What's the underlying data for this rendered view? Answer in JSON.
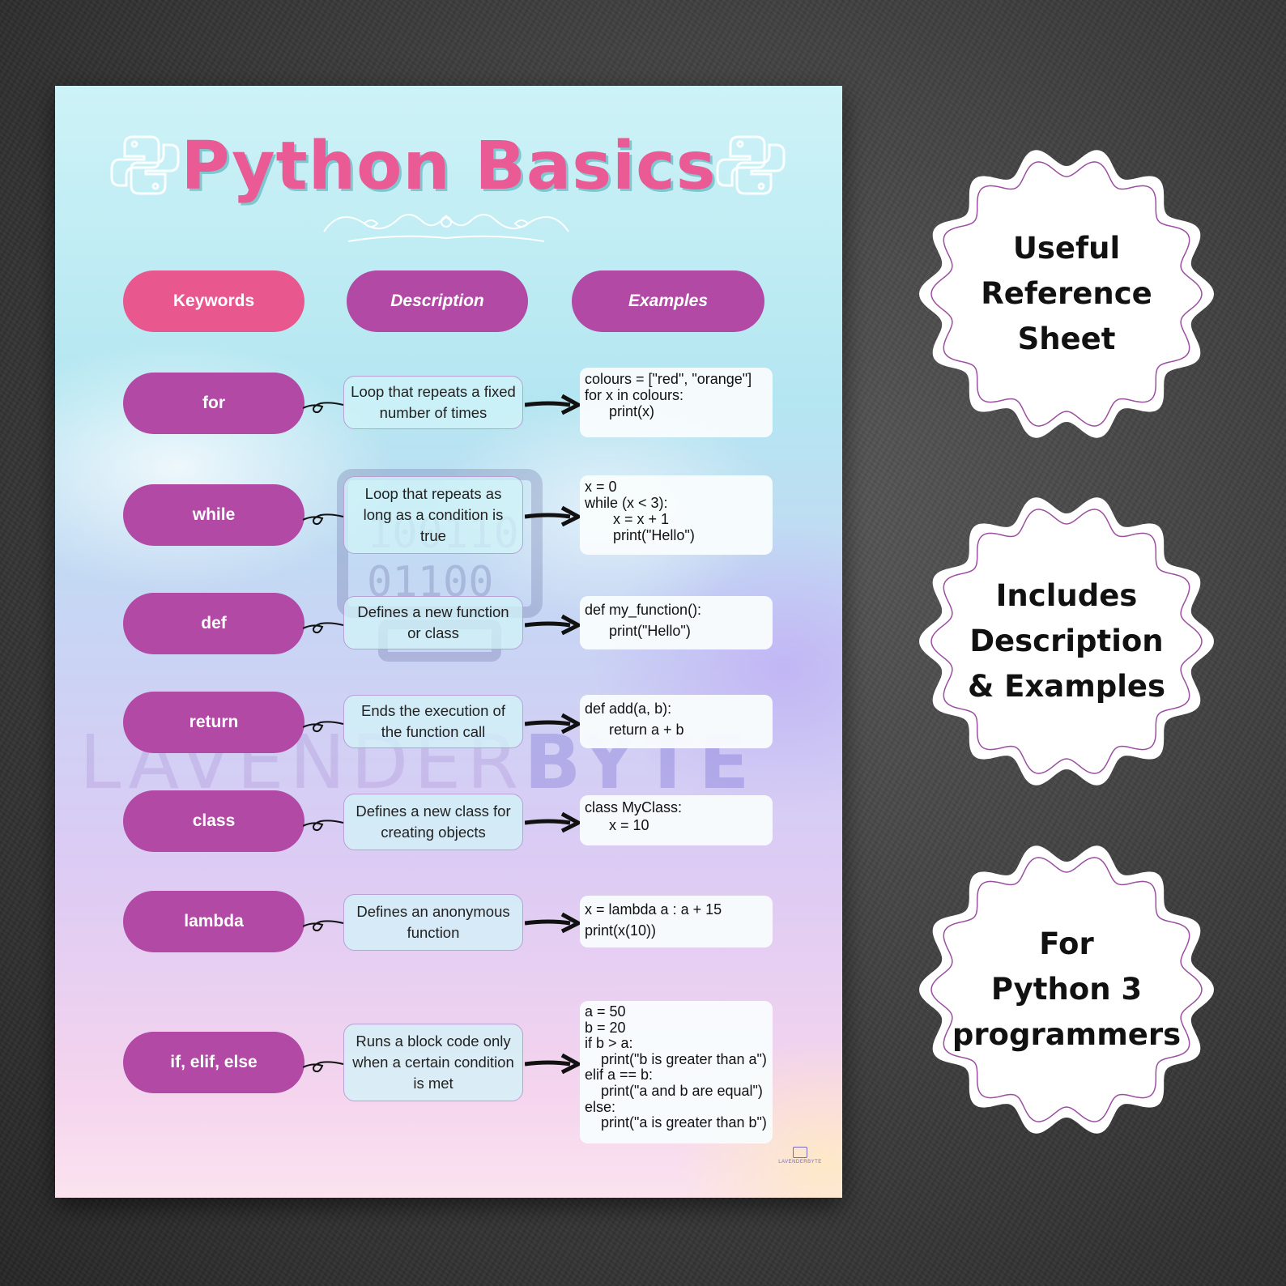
{
  "poster": {
    "title": "Python Basics",
    "headers": {
      "keywords": "Keywords",
      "description": "Description",
      "examples": "Examples"
    },
    "rows": [
      {
        "keyword": "for",
        "description": "Loop that repeats a fixed number of times",
        "example": "colours = [\"red\", \"orange\"]\nfor x in colours:\n      print(x)"
      },
      {
        "keyword": "while",
        "description": "Loop that repeats as long as a condition is true",
        "example": "x = 0\nwhile (x < 3):\n       x = x + 1\n       print(\"Hello\")"
      },
      {
        "keyword": "def",
        "description": "Defines a new function or class",
        "example": "def my_function():\n      print(\"Hello\")"
      },
      {
        "keyword": "return",
        "description": "Ends the execution of the function call",
        "example": "def add(a, b):\n      return a + b"
      },
      {
        "keyword": "class",
        "description": "Defines a new class for creating objects",
        "example": "class MyClass:\n      x = 10"
      },
      {
        "keyword": "lambda",
        "description": "Defines an anonymous function",
        "example": "x = lambda a : a + 15\nprint(x(10))"
      },
      {
        "keyword": "if, elif, else",
        "description": "Runs a block code only when a certain condition is met",
        "example": "a = 50\nb = 20\nif b > a:\n    print(\"b is greater than a\")\nelif a == b:\n    print(\"a and b are equal\")\nelse:\n    print(\"a is greater than b\")"
      }
    ],
    "watermark_light": "LAVENDER",
    "watermark_bold": "BYTE",
    "brand_mini": "LAVENDERBYTE"
  },
  "badges": [
    {
      "lines": [
        "Useful",
        "Reference",
        "Sheet"
      ]
    },
    {
      "lines": [
        "Includes",
        "Description",
        "& Examples"
      ]
    },
    {
      "lines": [
        "For",
        "Python 3",
        "programmers"
      ]
    }
  ],
  "colors": {
    "title": "#ea5a95",
    "keyword_pill": "#b149a5",
    "header_pill": "#e9578f",
    "badge_border": "#9a4fa0"
  },
  "icons": [
    "python-logo-icon",
    "flourish-ornament",
    "monitor-icon",
    "curl-connector",
    "arrow-right-icon"
  ]
}
